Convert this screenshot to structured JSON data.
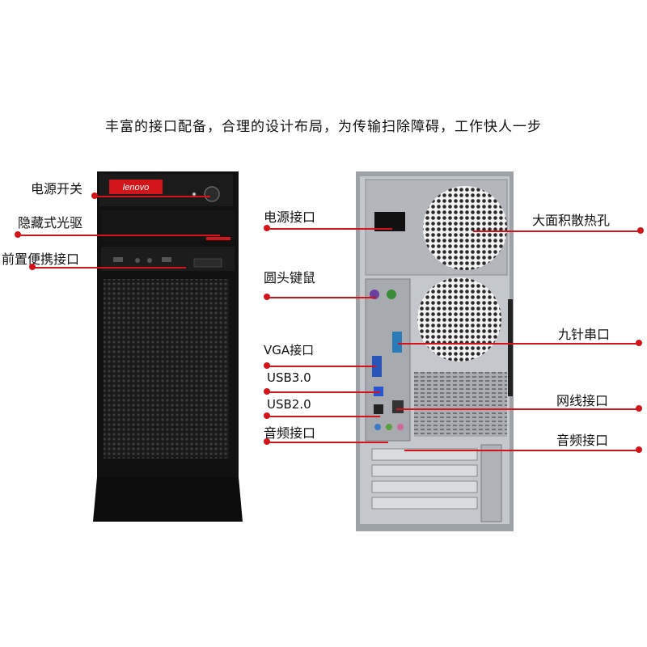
{
  "headline": "丰富的接口配备，合理的设计布局，为传输扫除障碍，工作快人一步",
  "brand": "lenovo",
  "front_labels": [
    "电源开关",
    "隐藏式光驱",
    "前置便携接口"
  ],
  "rear_left_labels": [
    "电源接口",
    "圆头键鼠",
    "VGA接口",
    "USB3.0",
    "USB2.0",
    "音频接口"
  ],
  "rear_right_labels": [
    "大面积散热孔",
    "九针串口",
    "网线接口",
    "音频接口"
  ],
  "colors": {
    "callout": "#d3141b",
    "case_black": "#111111",
    "rear_metal": "#b9bdc1"
  }
}
